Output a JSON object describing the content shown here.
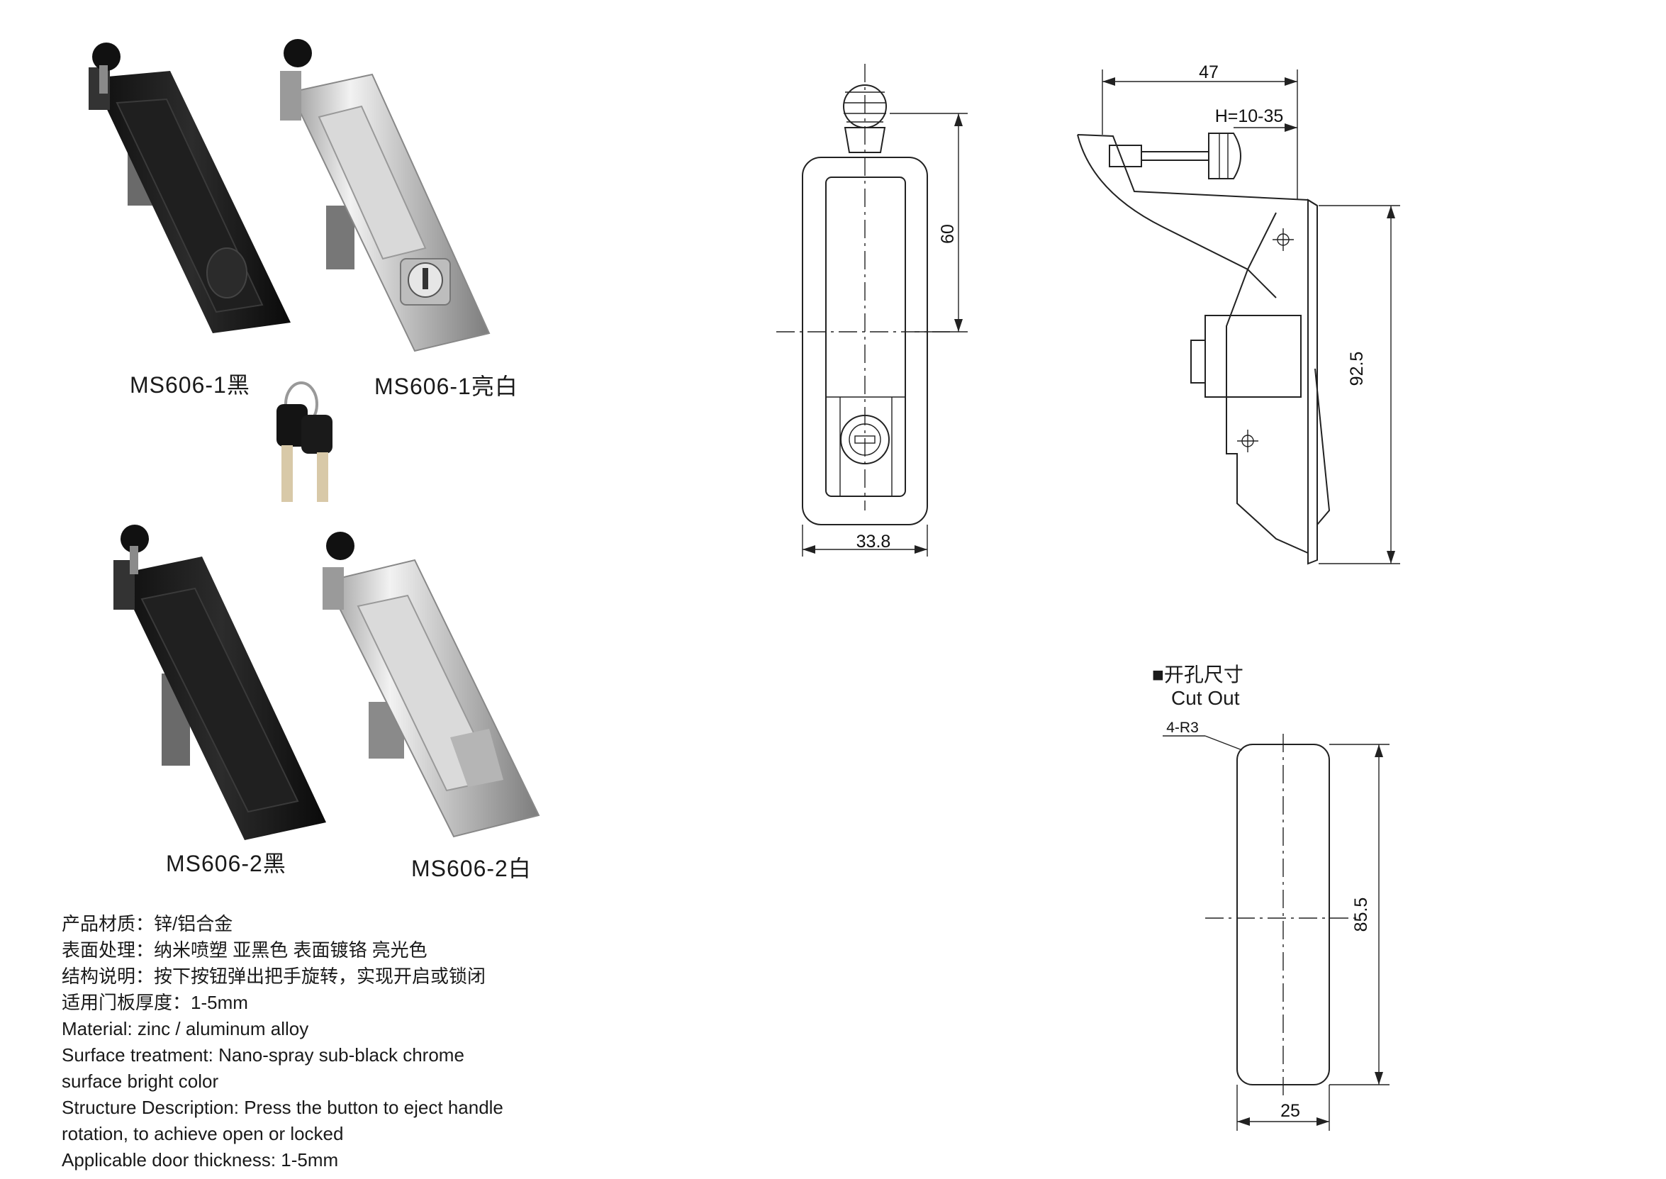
{
  "products": [
    {
      "id": "ms606-1-black",
      "label": "MS606-1黑",
      "finish": "black"
    },
    {
      "id": "ms606-1-bright",
      "label": "MS606-1亮白",
      "finish": "chrome"
    },
    {
      "id": "ms606-2-black",
      "label": "MS606-2黑",
      "finish": "black"
    },
    {
      "id": "ms606-2-white",
      "label": "MS606-2白",
      "finish": "chrome"
    }
  ],
  "specs": [
    "产品材质：锌/铝合金",
    "表面处理：纳米喷塑 亚黑色 表面镀铬 亮光色",
    "结构说明：按下按钮弹出把手旋转，实现开启或锁闭",
    "适用门板厚度：1-5mm",
    "Material: zinc / aluminum alloy",
    "Surface treatment: Nano-spray sub-black chrome",
    "surface bright color",
    "Structure Description: Press the button to eject handle",
    "rotation, to achieve open or locked",
    "Applicable door thickness: 1-5mm"
  ],
  "front_view": {
    "height_label": "60",
    "width_label": "33.8"
  },
  "side_view": {
    "depth_label": "47",
    "grip_label": "H=10-35",
    "height_label": "92.5"
  },
  "cutout": {
    "title_cn": "■开孔尺寸",
    "title_en": "Cut Out",
    "radius_label": "4-R3",
    "height_label": "85.5",
    "width_label": "25"
  },
  "colors": {
    "black_finish": "#1c1c1c",
    "chrome_finish": "#c8c8c8",
    "line": "#222222"
  }
}
